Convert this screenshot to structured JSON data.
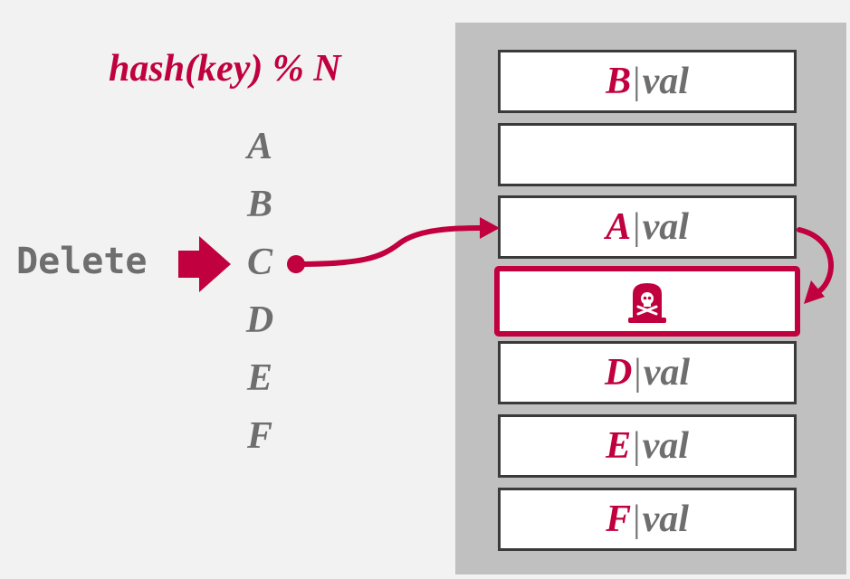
{
  "hash_function": "hash(key) % N",
  "keys": [
    "A",
    "B",
    "C",
    "D",
    "E",
    "F"
  ],
  "operation": "Delete",
  "slots": [
    {
      "key": "B",
      "sep": "|",
      "value": "val"
    },
    {
      "key": "",
      "sep": "",
      "value": ""
    },
    {
      "key": "A",
      "sep": "|",
      "value": "val"
    },
    {
      "tombstone": true,
      "icon": "tombstone-skull-icon"
    },
    {
      "key": "D",
      "sep": "|",
      "value": "val"
    },
    {
      "key": "E",
      "sep": "|",
      "value": "val"
    },
    {
      "key": "F",
      "sep": "|",
      "value": "val"
    }
  ],
  "colors": {
    "accent": "#c0003f",
    "text_gray": "#6e6e6e",
    "table_bg": "#c0c0c0",
    "slot_border": "#3a3a3a"
  }
}
